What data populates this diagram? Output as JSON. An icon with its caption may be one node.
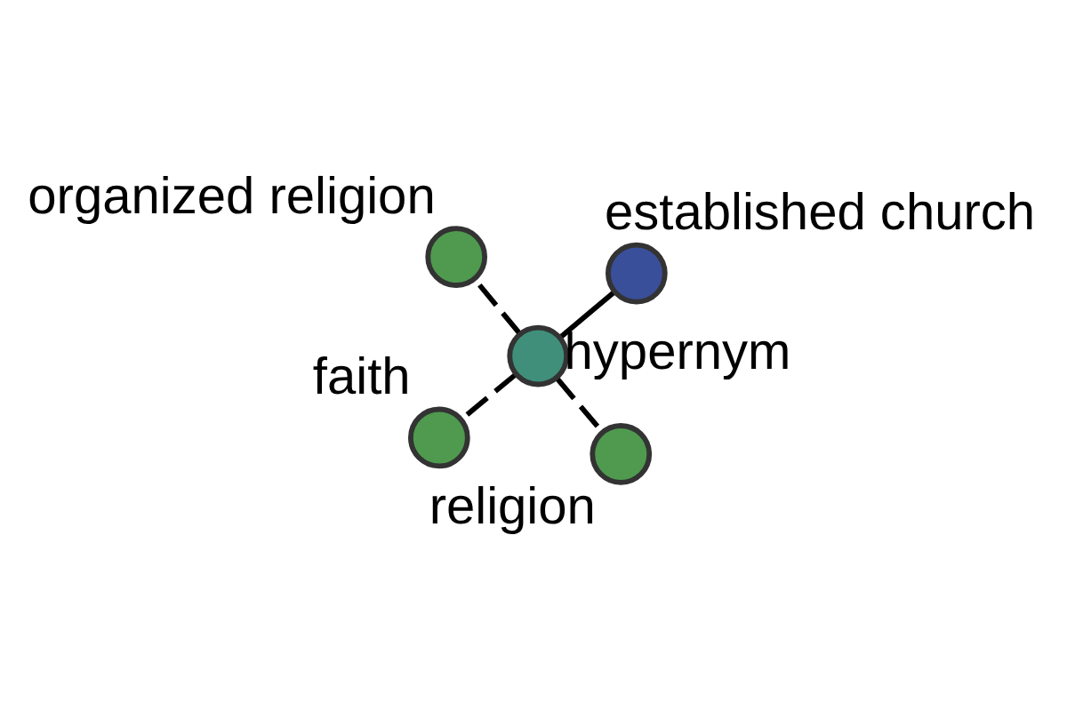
{
  "diagram": {
    "nodes": [
      {
        "text": [],
        "shape": "circle",
        "beside": [
          "faith"
        ]
      },
      {
        "text": [],
        "shape": "circle",
        "beside": [
          "religion"
        ]
      },
      {
        "text": [],
        "shape": "circle",
        "beside": [
          "hypernym"
        ]
      },
      {
        "text": [],
        "shape": "circle",
        "beside": [
          "organized religion"
        ]
      },
      {
        "text": [],
        "shape": "circle",
        "beside": [
          "established church"
        ]
      }
    ],
    "edges": [
      {
        "from": 2,
        "to": 0,
        "arrow": "none",
        "style": "dashed"
      },
      {
        "from": 2,
        "to": 1,
        "arrow": "none",
        "style": "dashed"
      },
      {
        "from": 2,
        "to": 3,
        "arrow": "none",
        "style": "dashed"
      },
      {
        "from": 2,
        "to": 4,
        "arrow": "none"
      }
    ]
  }
}
